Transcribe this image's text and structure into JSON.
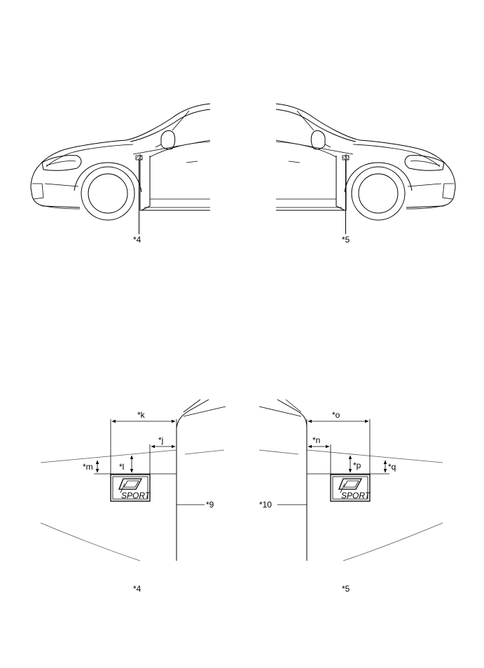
{
  "callouts": {
    "left_top": "*4",
    "right_top": "*5",
    "left_bottom": "*4",
    "right_bottom": "*5",
    "left_edge": "*9",
    "right_edge": "*10"
  },
  "dimensions": {
    "k": "*k",
    "j": "*j",
    "l": "*l",
    "m": "*m",
    "o": "*o",
    "n": "*n",
    "p": "*p",
    "q": "*q"
  },
  "emblem": {
    "text": "SPORT"
  }
}
